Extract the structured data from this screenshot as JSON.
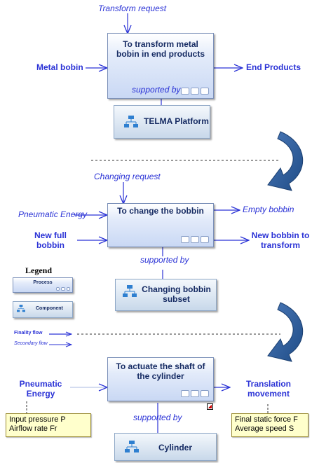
{
  "diagram1": {
    "input_top": "Transform request",
    "process": "To transform metal bobin in end products",
    "input_left": "Metal bobin",
    "output_right": "End Products",
    "support_label": "supported by",
    "component": "TELMA Platform"
  },
  "diagram2": {
    "input_top": "Changing request",
    "process": "To change the bobbin",
    "input_left_1": "Pneumatic Energy",
    "input_left_2": "New full bobbin",
    "output_right_1": "Empty bobbin",
    "output_right_2": "New bobbin to transform",
    "support_label": "supported by",
    "component": "Changing bobbin subset"
  },
  "legend": {
    "title": "Legend",
    "process": "Process",
    "component": "Component",
    "finality_flow": "Finality flow",
    "secondary_flow": "Secondary flow"
  },
  "diagram3": {
    "process": "To actuate the shaft of the cylinder",
    "input_left": "Pneumatic Energy",
    "output_right": "Translation movement",
    "input_params": [
      "Input pressure P",
      "Airflow rate Fr"
    ],
    "output_params": [
      "Final static force F",
      "Average speed S"
    ],
    "support_label": "supported by",
    "component": "Cylinder"
  },
  "colors": {
    "flow_blue": "#2b33d6",
    "process_fill": "#c9d8f4",
    "note_fill": "#ffffcc",
    "curved_arrow": "#2f5f98"
  },
  "icons": [
    "hierarchy-icon",
    "curved-arrow-icon",
    "resize-icon"
  ]
}
